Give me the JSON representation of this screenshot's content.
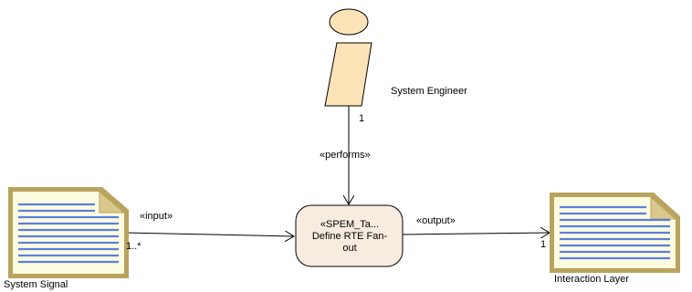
{
  "actor": {
    "name": "System Engineer",
    "multiplicity": "1"
  },
  "relation_performs": {
    "label": "«performs»"
  },
  "task": {
    "stereotype": "«SPEM_Ta...",
    "name_line1": "Define RTE Fan-",
    "name_line2": "out"
  },
  "input_artifact": {
    "name": "System Signal",
    "multiplicity": "1..*"
  },
  "relation_input": {
    "label": "«input»"
  },
  "output_artifact": {
    "name": "Interaction Layer",
    "multiplicity": "1"
  },
  "relation_output": {
    "label": "«output»"
  },
  "colors": {
    "actor_fill": "#fde4b8",
    "task_fill": "#f8ece0",
    "artifact_fill": "#fdfbe0",
    "artifact_border": "#b8a35f",
    "artifact_lines": "#5b7fd9"
  }
}
